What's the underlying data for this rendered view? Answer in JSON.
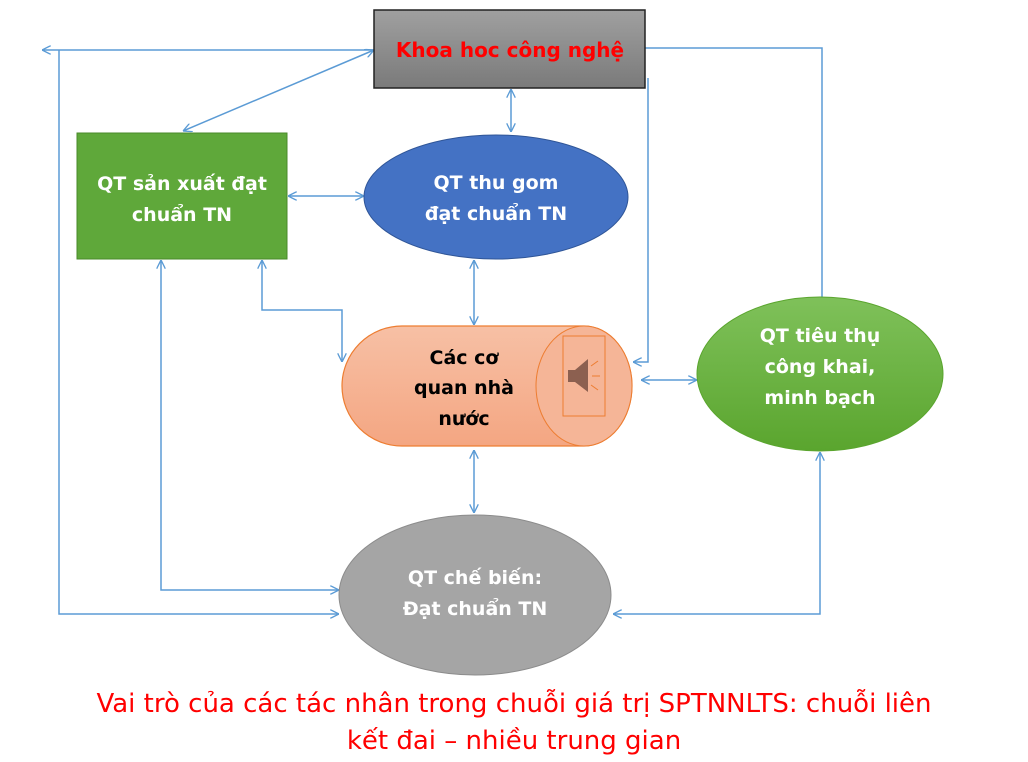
{
  "nodes": {
    "khcn": {
      "label": "Khoa hoc công nghệ"
    },
    "san_xuat": {
      "lines": [
        "QT sản xuất đạt",
        "chuẩn TN"
      ]
    },
    "thu_gom": {
      "lines": [
        "QT thu gom",
        "đạt chuẩn TN"
      ]
    },
    "co_quan": {
      "lines": [
        "Các cơ",
        "quan nhà",
        "nước"
      ]
    },
    "tieu_thu": {
      "lines": [
        "QT tiêu thụ",
        "công khai,",
        "minh bạch"
      ]
    },
    "che_bien": {
      "lines": [
        "QT chế biến:",
        "Đạt chuẩn TN"
      ]
    }
  },
  "caption": {
    "lines": [
      "Vai trò của các tác nhân trong chuỗi giá trị SPTNNLTS: chuỗi liên",
      "kết đai – nhiều trung gian"
    ]
  },
  "colors": {
    "arrow": "#5b9bd5",
    "caption": "#ff0000",
    "khcn_text": "#ff0000"
  }
}
